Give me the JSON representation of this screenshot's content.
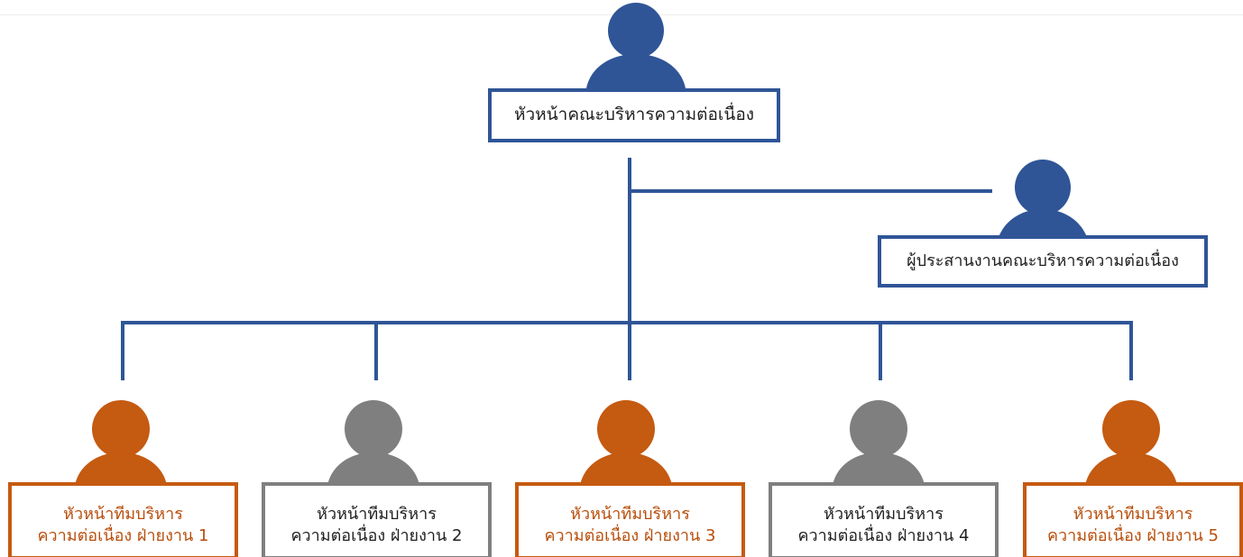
{
  "colors": {
    "navy": "#2f5597",
    "orange": "#c55a11",
    "gray": "#7f7f7f",
    "orange_text": "#b84e0c",
    "dark_text": "#1f1f1f"
  },
  "head": {
    "label": "หัวหน้าคณะบริหารความต่อเนื่อง",
    "icon": "person-icon",
    "color": "#2f5597"
  },
  "coordinator": {
    "label": "ผู้ประสานงานคณะบริหารความต่อเนื่อง",
    "icon": "person-icon",
    "color": "#2f5597"
  },
  "teams": [
    {
      "line1": "หัวหน้าทีมบริหาร",
      "line2": "ความต่อเนื่อง ฝ่ายงาน 1",
      "icon": "person-icon",
      "color": "#c55a11"
    },
    {
      "line1": "หัวหน้าทีมบริหาร",
      "line2": "ความต่อเนื่อง ฝ่ายงาน 2",
      "icon": "person-icon",
      "color": "#7f7f7f"
    },
    {
      "line1": "หัวหน้าทีมบริหาร",
      "line2": "ความต่อเนื่อง ฝ่ายงาน 3",
      "icon": "person-icon",
      "color": "#c55a11"
    },
    {
      "line1": "หัวหน้าทีมบริหาร",
      "line2": "ความต่อเนื่อง ฝ่ายงาน 4",
      "icon": "person-icon",
      "color": "#7f7f7f"
    },
    {
      "line1": "หัวหน้าทีมบริหาร",
      "line2": "ความต่อเนื่อง ฝ่ายงาน 5",
      "icon": "person-icon",
      "color": "#c55a11"
    }
  ]
}
